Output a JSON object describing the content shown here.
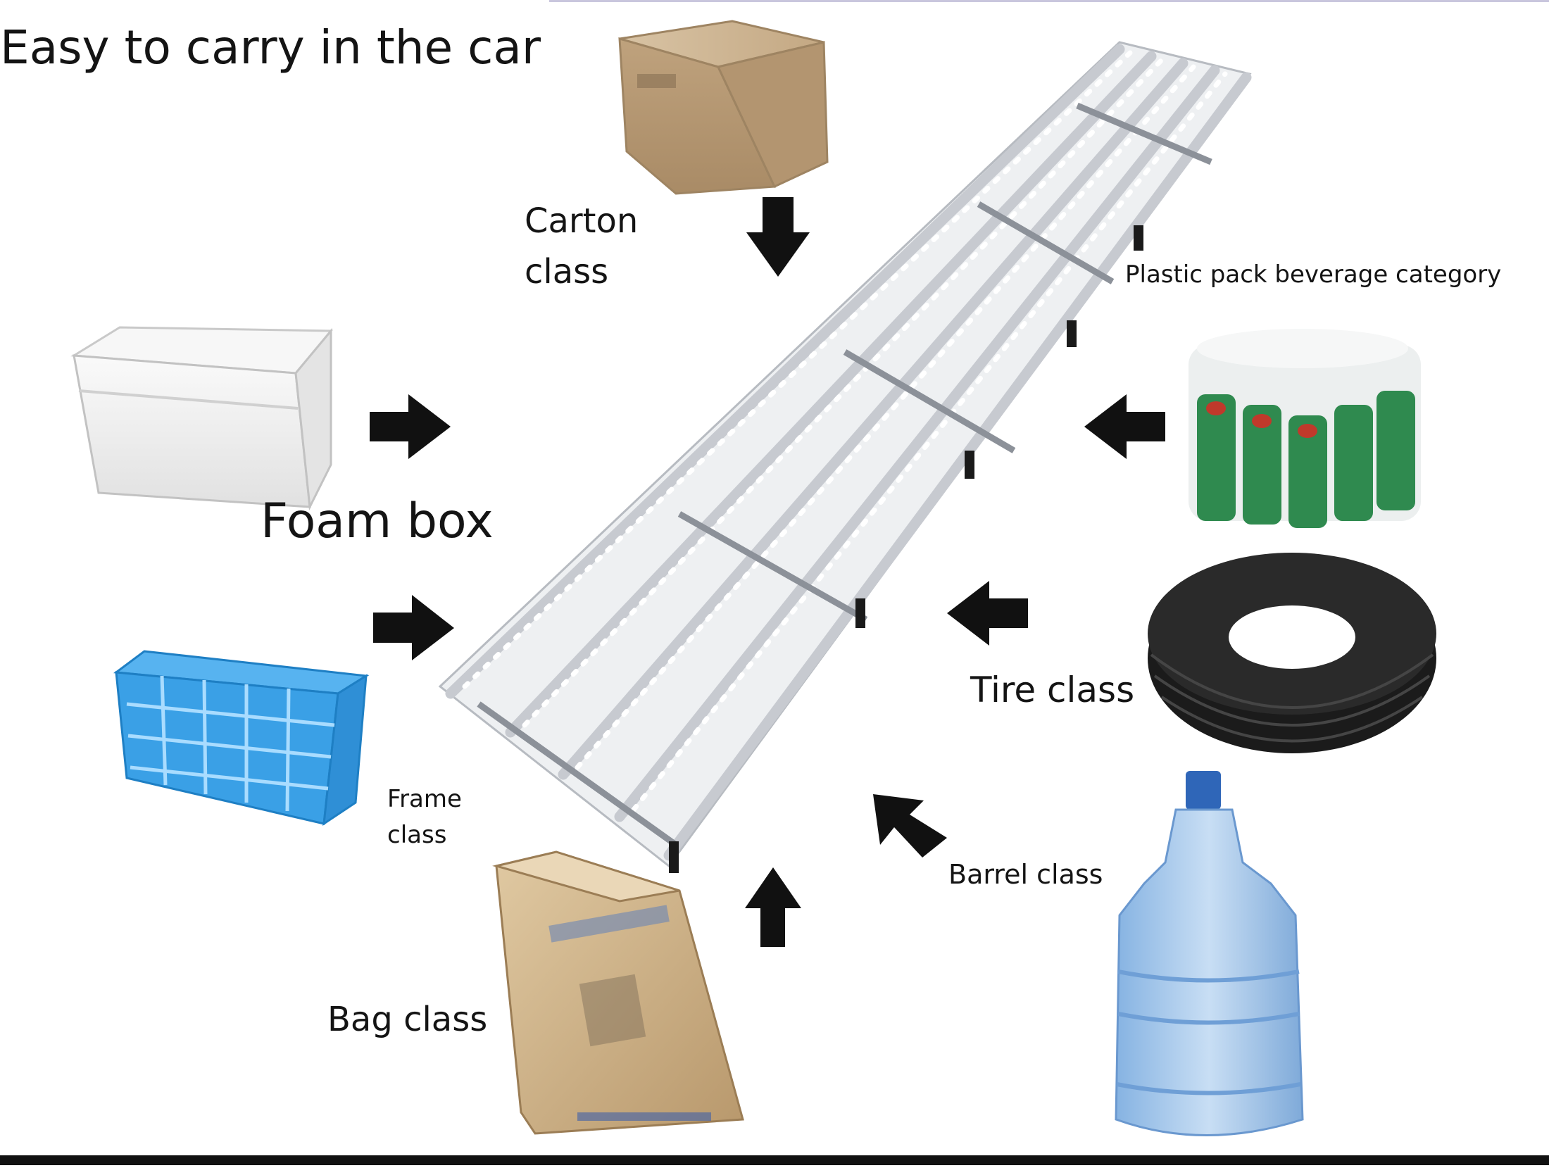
{
  "title": "Easy to carry in the car",
  "labels": {
    "carton": "Carton class",
    "foam": "Foam box",
    "frame": "Frame class",
    "bag": "Bag class",
    "plastic": "Plastic pack beverage category",
    "tire": "Tire class",
    "barrel": "Barrel class"
  },
  "icons": {
    "carton": "cardboard-box-icon",
    "foam": "foam-box-icon",
    "frame": "plastic-crate-icon",
    "bag": "paper-sack-icon",
    "plastic": "beverage-pack-icon",
    "tire": "tire-icon",
    "barrel": "water-barrel-icon",
    "center": "roller-track-icon"
  },
  "colors": {
    "arrow": "#111111",
    "text": "#141414",
    "metal": "#c9ccd1",
    "crate": "#3aa0e6",
    "carton": "#c6a985",
    "water": "#9fc4ea",
    "bottle": "#2f8a4f"
  }
}
